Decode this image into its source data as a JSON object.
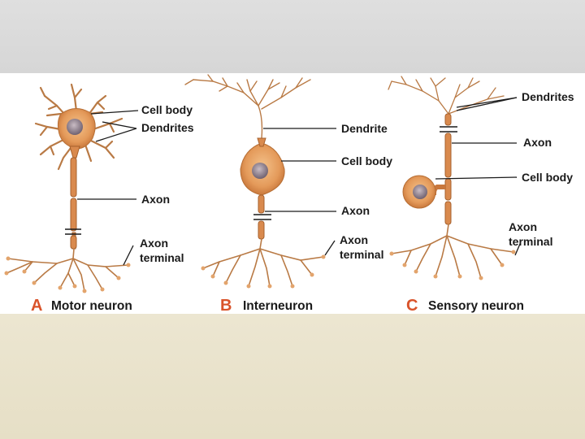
{
  "panels": [
    {
      "letter": "A",
      "caption": "Motor neuron",
      "labels": {
        "cell_body": "Cell body",
        "dendrites": "Dendrites",
        "axon": "Axon",
        "axon_terminal_1": "Axon",
        "axon_terminal_2": "terminal"
      }
    },
    {
      "letter": "B",
      "caption": "Interneuron",
      "labels": {
        "dendrite": "Dendrite",
        "cell_body": "Cell body",
        "axon": "Axon",
        "axon_terminal_1": "Axon",
        "axon_terminal_2": "terminal"
      }
    },
    {
      "letter": "C",
      "caption": "Sensory neuron",
      "labels": {
        "dendrites": "Dendrites",
        "axon": "Axon",
        "cell_body": "Cell body",
        "axon_terminal_1": "Axon",
        "axon_terminal_2": "terminal"
      }
    }
  ],
  "colors": {
    "neuron": "#d98a4e",
    "dendrite": "#b97a45",
    "cell_body": "#e8a262",
    "nucleus": "#8a7b86",
    "letter": "#d9532a",
    "top_band": "#d9d9d9",
    "bottom_band": "#e9e2ca"
  }
}
